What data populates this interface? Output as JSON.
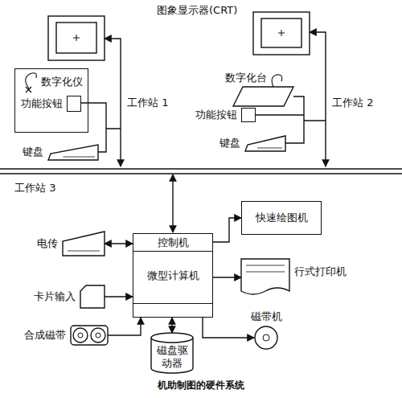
{
  "diagram": {
    "caption": "机助制图的硬件系统",
    "nodes": [
      {
        "text": [
          "数字化仪"
        ]
      },
      {
        "text": [
          "功能按钮"
        ],
        "in": 0
      },
      {
        "text": [
          "键盘"
        ]
      },
      {
        "text": [
          "数字化台"
        ]
      },
      {
        "text": [
          "功能按钮"
        ]
      },
      {
        "text": [
          "键盘"
        ]
      },
      {
        "text": [
          "微型计算机"
        ]
      },
      {
        "text": [
          "控制机"
        ],
        "in": 6
      },
      {
        "text": [
          "快速绘图机"
        ]
      },
      {
        "text": [
          "电传"
        ]
      },
      {
        "text": [
          "卡片输入"
        ]
      },
      {
        "text": [
          "合成磁带"
        ]
      },
      {
        "text": [
          "磁盘驱 动器"
        ]
      },
      {
        "text": [
          "行式打印机"
        ]
      },
      {
        "text": [
          "磁带机"
        ]
      }
    ],
    "edges": [
      {
        "from": 7,
        "to": 8,
        "arrow": "to"
      },
      {
        "from": 6,
        "to": 9,
        "arrow": "both"
      },
      {
        "from": 10,
        "to": 6,
        "arrow": "to"
      },
      {
        "from": 11,
        "to": 6,
        "arrow": "to"
      },
      {
        "from": 12,
        "to": 6,
        "arrow": "both"
      },
      {
        "from": 6,
        "to": 13,
        "arrow": "to"
      },
      {
        "from": 6,
        "to": 14,
        "arrow": "to"
      }
    ],
    "labels": [
      "图象显示器(CRT)",
      "工作站 1",
      "工作站 2",
      "工作站 3"
    ]
  }
}
